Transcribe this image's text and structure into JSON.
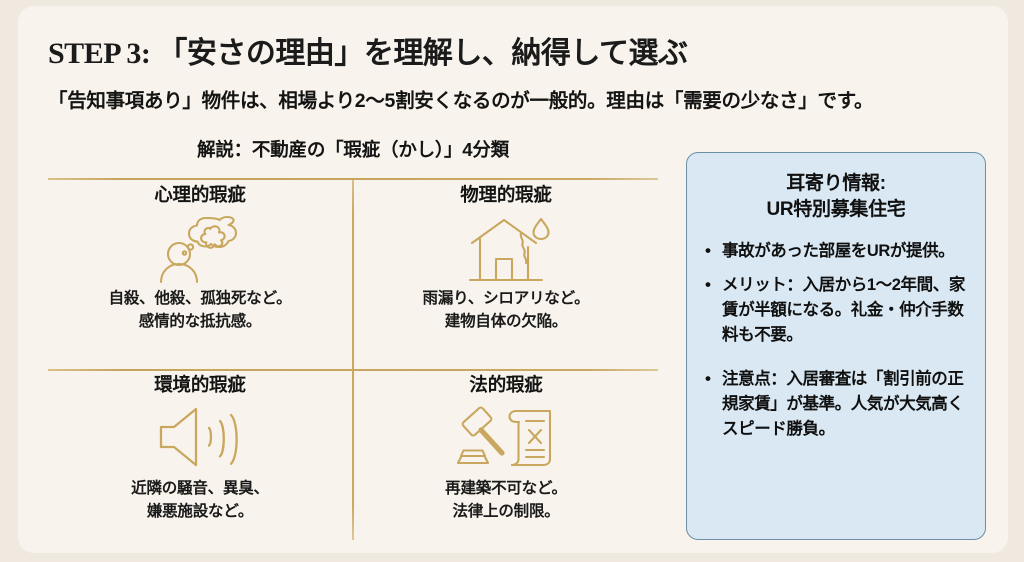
{
  "slide": {
    "title": "STEP 3: 「安さの理由」を理解し、納得して選ぶ",
    "subtitle": "「告知事項あり」物件は、相場より2〜5割安くなるのが一般的。理由は「需要の少なさ」です。"
  },
  "matrix": {
    "heading": "解説：不動産の「瑕疵（かし）」4分類",
    "cells": [
      {
        "title": "心理的瑕疵",
        "icon": "person-thought-bubble-icon",
        "desc_line1": "自殺、他殺、孤独死など。",
        "desc_line2": "感情的な抵抗感。"
      },
      {
        "title": "物理的瑕疵",
        "icon": "house-leak-crack-icon",
        "desc_line1": "雨漏り、シロアリなど。",
        "desc_line2": "建物自体の欠陥。"
      },
      {
        "title": "環境的瑕疵",
        "icon": "loudspeaker-noise-icon",
        "desc_line1": "近隣の騒音、異臭、",
        "desc_line2": "嫌悪施設など。"
      },
      {
        "title": "法的瑕疵",
        "icon": "gavel-scroll-icon",
        "desc_line1": "再建築不可など。",
        "desc_line2": "法律上の制限。"
      }
    ]
  },
  "infobox": {
    "title_line1": "耳寄り情報:",
    "title_line2": "UR特別募集住宅",
    "bullets": [
      "事故があった部屋をURが提供。",
      "メリット：入居から1〜2年間、家賃が半額になる。礼金・仲介手数料も不要。",
      "注意点：入居審査は「割引前の正規家賃」が基準。人気が大気高くスピード勝負。"
    ]
  },
  "colors": {
    "page_background": "#efe9df",
    "card_background": "#f8f4ed",
    "rule_gold": "#c9a861",
    "icon_gold": "#c9a75f",
    "infobox_fill": "#d9e8f2",
    "infobox_border": "#6d8fa3",
    "text": "#141414"
  }
}
